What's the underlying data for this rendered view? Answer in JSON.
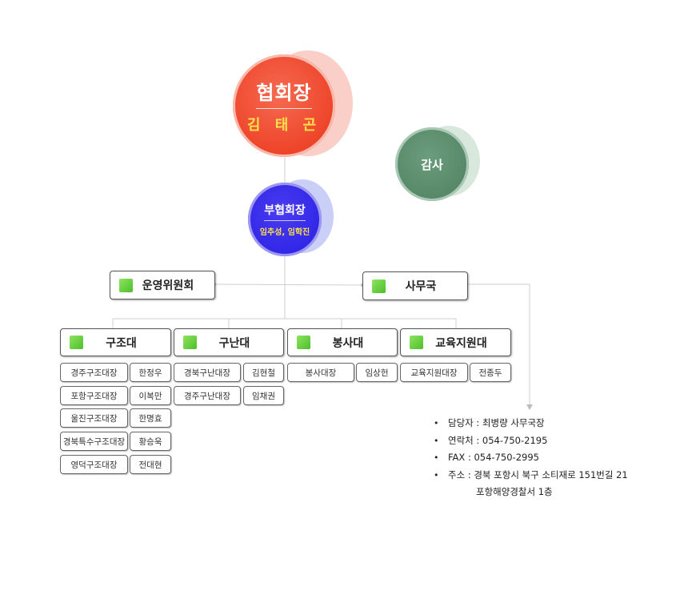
{
  "president": {
    "title": "협회장",
    "name": "김 태 곤"
  },
  "auditor": {
    "title": "감사"
  },
  "vice_president": {
    "title": "부협회장",
    "names": "임추성, 임학진"
  },
  "committee": {
    "label": "운영위원회"
  },
  "secretariat": {
    "label": "사무국"
  },
  "divisions": [
    {
      "label": "구조대"
    },
    {
      "label": "구난대"
    },
    {
      "label": "봉사대"
    },
    {
      "label": "교육지원대"
    }
  ],
  "rescue_units": [
    {
      "unit": "경주구조대장",
      "person": "한정우"
    },
    {
      "unit": "포항구조대장",
      "person": "이복만"
    },
    {
      "unit": "울진구조대장",
      "person": "한명효"
    },
    {
      "unit": "경북특수구조대장",
      "person": "황승욱"
    },
    {
      "unit": "영덕구조대장",
      "person": "전대현"
    }
  ],
  "salvage_units": [
    {
      "unit": "경북구난대장",
      "person": "김현철"
    },
    {
      "unit": "경주구난대장",
      "person": "임채권"
    }
  ],
  "volunteer_units": [
    {
      "unit": "봉사대장",
      "person": "임상헌"
    }
  ],
  "education_units": [
    {
      "unit": "교육지원대장",
      "person": "전종두"
    }
  ],
  "contact": {
    "manager": "담당자 : 최병량 사무국장",
    "phone": "연락처 : 054-750-2195",
    "fax": "FAX : 054-750-2995",
    "address1": "주소 : 경북 포항시 북구 소티재로 151번길 21",
    "address2": "포항해양경찰서 1층"
  }
}
